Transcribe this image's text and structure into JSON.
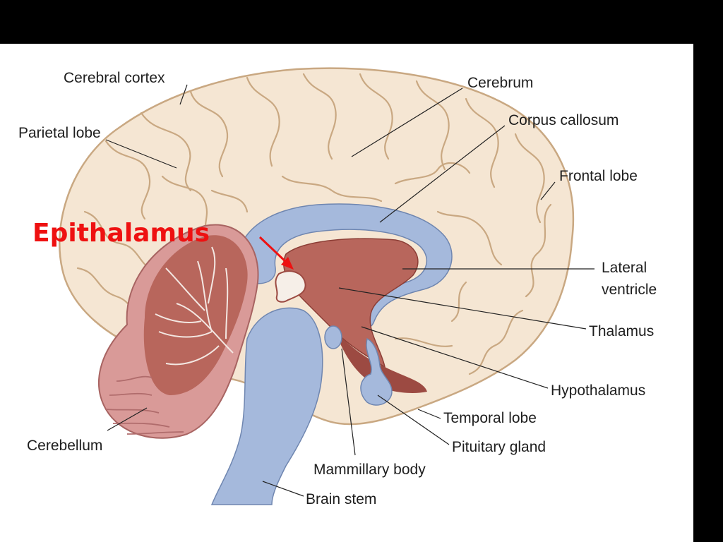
{
  "colors": {
    "background": "#000000",
    "panel": "#ffffff",
    "cerebrum": "#f5e6d3",
    "ventricles": "#a5b9dc",
    "thalamus_area": "#b8665c",
    "cerebellum": "#d99a98",
    "highlight": "#ee1111"
  },
  "highlight_label": "Epithalamus",
  "labels": {
    "cerebral_cortex": "Cerebral cortex",
    "parietal_lobe": "Parietal lobe",
    "cerebrum": "Cerebrum",
    "corpus_callosum": "Corpus callosum",
    "frontal_lobe": "Frontal lobe",
    "lateral_ventricle_1": "Lateral",
    "lateral_ventricle_2": "ventricle",
    "thalamus": "Thalamus",
    "hypothalamus": "Hypothalamus",
    "temporal_lobe": "Temporal lobe",
    "pituitary_gland": "Pituitary gland",
    "mammillary_body": "Mammillary body",
    "brain_stem": "Brain stem",
    "cerebellum": "Cerebellum"
  }
}
